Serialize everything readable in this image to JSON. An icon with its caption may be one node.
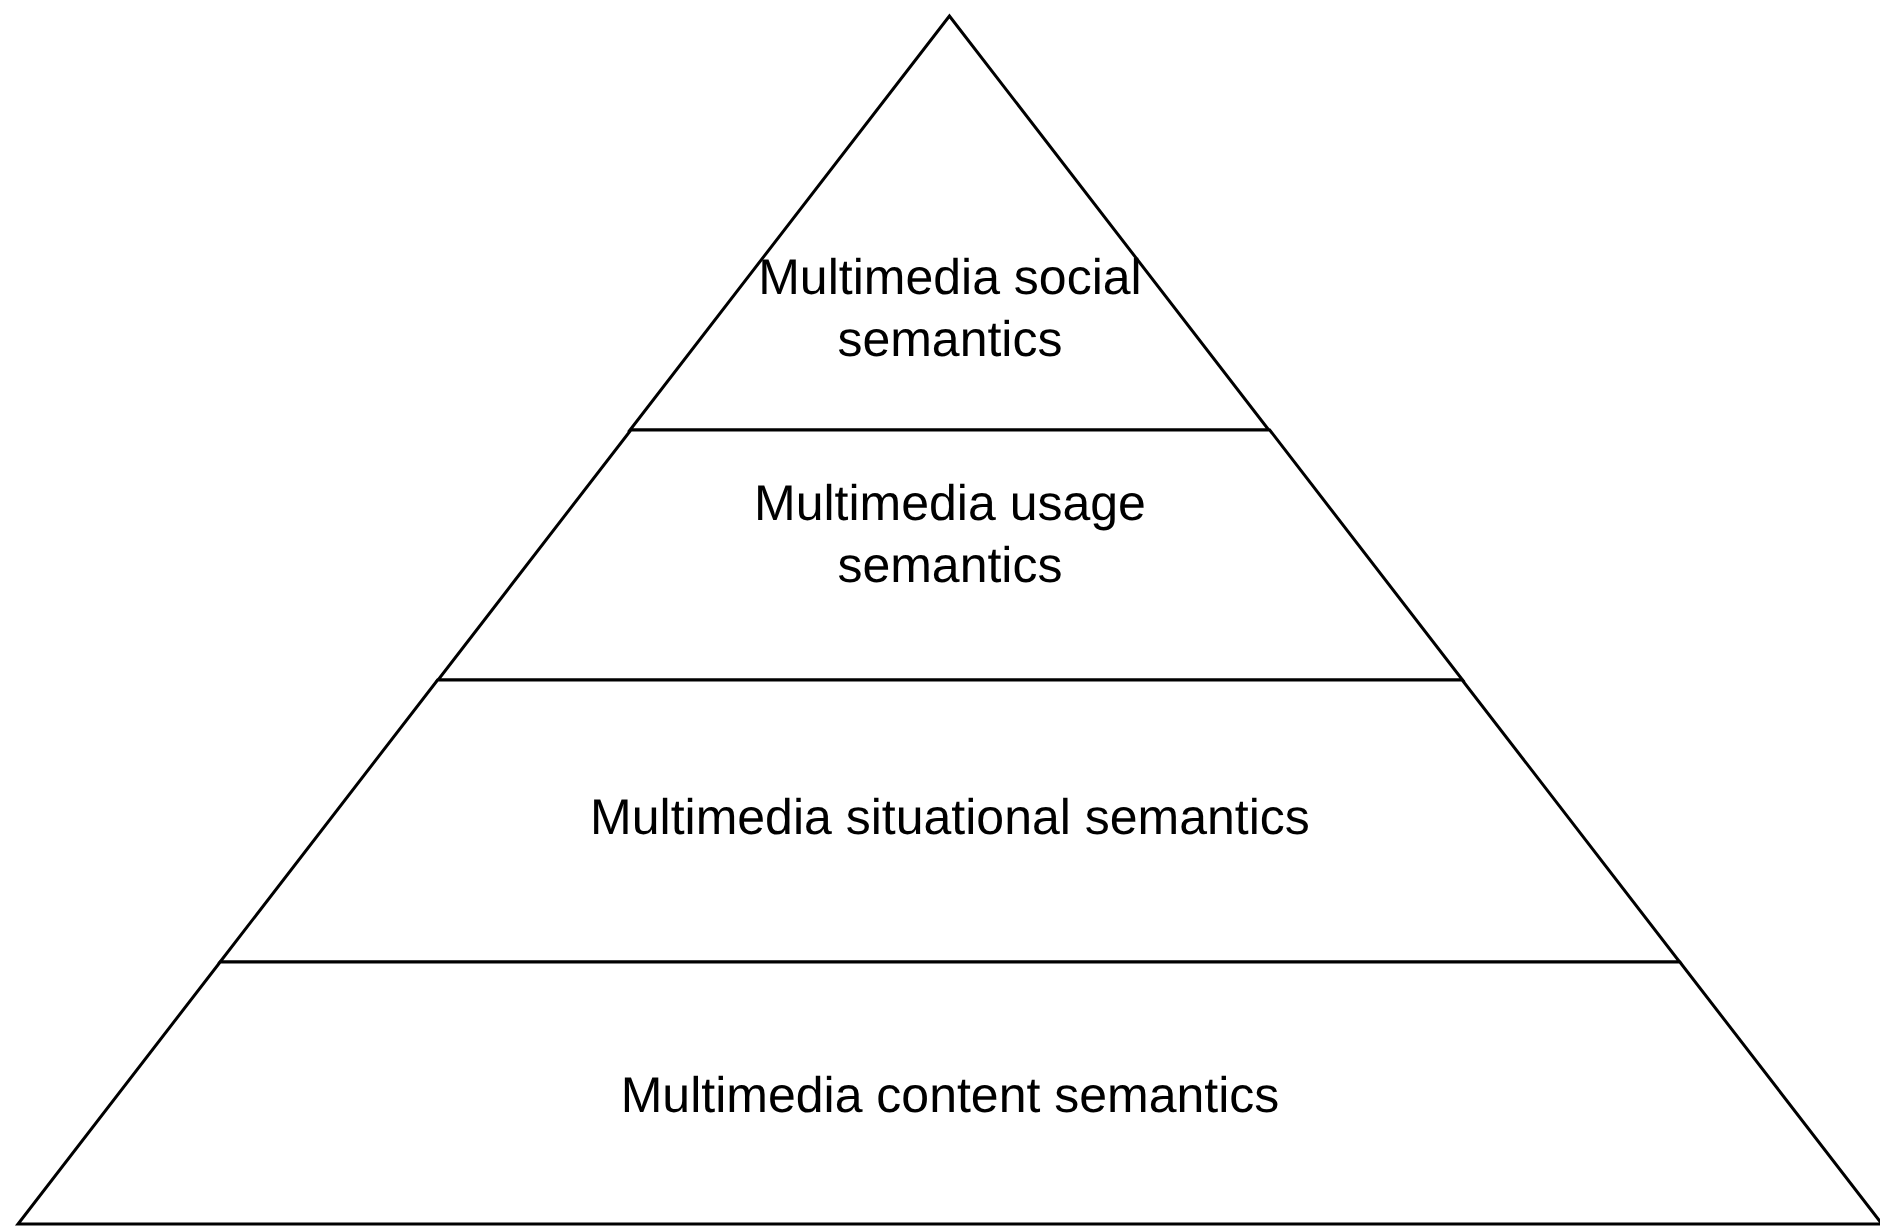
{
  "diagram": {
    "nodes": [
      {
        "text": [
          "Multimedia social semantics"
        ]
      },
      {
        "text": [
          "Multimedia usage semantics"
        ]
      },
      {
        "text": [
          "Multimedia situational semantics"
        ]
      },
      {
        "text": [
          "Multimedia content semantics"
        ]
      }
    ],
    "edges": []
  }
}
